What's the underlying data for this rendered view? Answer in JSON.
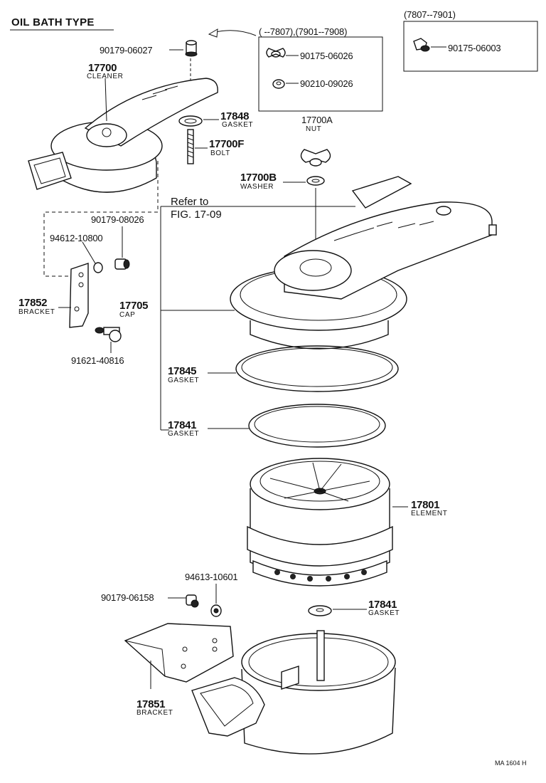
{
  "title": "OIL BATH TYPE",
  "drawing_code": "MA 1604 H",
  "notes": {
    "arrow_range": "( --7807),(7901--7908)",
    "box_range": "(7807--7901)",
    "refer_line1": "Refer to",
    "refer_line2": "FIG. 17-09"
  },
  "parts": {
    "p90179_06027": "90179-06027",
    "p90175_06026": "90175-06026",
    "p90210_09026": "90210-09026",
    "p90175_06003": "90175-06003",
    "cleaner": {
      "number": "17700",
      "name": "CLEANER"
    },
    "gasket_17848": {
      "number": "17848",
      "name": "GASKET"
    },
    "bolt_17700f": {
      "number": "17700F",
      "name": "BOLT"
    },
    "nut_17700a": {
      "number": "17700A",
      "name": "NUT"
    },
    "washer_17700b": {
      "number": "17700B",
      "name": "WASHER"
    },
    "p90179_08026": "90179-08026",
    "p94612_10800": "94612-10800",
    "bracket_17852": {
      "number": "17852",
      "name": "BRACKET"
    },
    "cap_17705": {
      "number": "17705",
      "name": "CAP"
    },
    "p91621_40816": "91621-40816",
    "gasket_17845": {
      "number": "17845",
      "name": "GASKET"
    },
    "gasket_17841a": {
      "number": "17841",
      "name": "GASKET"
    },
    "element_17801": {
      "number": "17801",
      "name": "ELEMENT"
    },
    "p94613_10601": "94613-10601",
    "p90179_06158": "90179-06158",
    "gasket_17841b": {
      "number": "17841",
      "name": "GASKET"
    },
    "bracket_17851": {
      "number": "17851",
      "name": "BRACKET"
    }
  }
}
